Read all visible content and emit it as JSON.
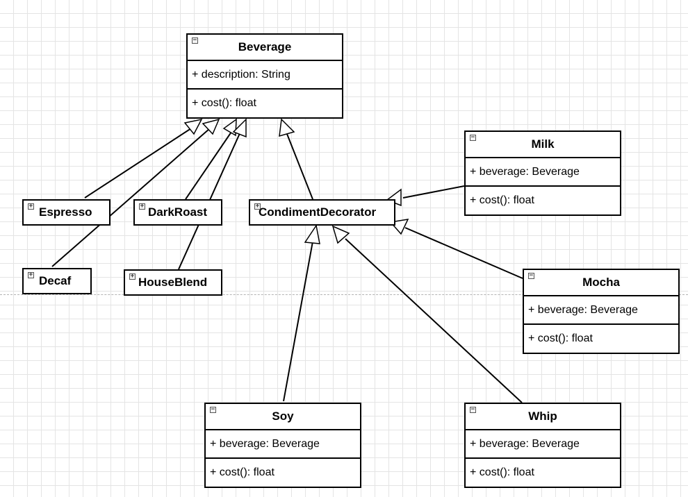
{
  "classes": {
    "beverage": {
      "name": "Beverage",
      "attribute": "+ description: String",
      "method": "+ cost(): float"
    },
    "milk": {
      "name": "Milk",
      "attribute": "+ beverage: Beverage",
      "method": "+ cost(): float"
    },
    "mocha": {
      "name": "Mocha",
      "attribute": "+ beverage: Beverage",
      "method": "+ cost(): float"
    },
    "soy": {
      "name": "Soy",
      "attribute": "+ beverage: Beverage",
      "method": "+ cost(): float"
    },
    "whip": {
      "name": "Whip",
      "attribute": "+ beverage: Beverage",
      "method": "+ cost(): float"
    }
  },
  "collapsed_classes": {
    "espresso": "Espresso",
    "dark_roast": "DarkRoast",
    "condiment_decorator": "CondimentDecorator",
    "decaf": "Decaf",
    "house_blend": "HouseBlend"
  },
  "toggle_symbols": {
    "expanded": "−",
    "collapsed": "+"
  },
  "colors": {
    "line": "#000000",
    "grid": "#e4e4e4",
    "page_break": "#b3b3b3"
  }
}
